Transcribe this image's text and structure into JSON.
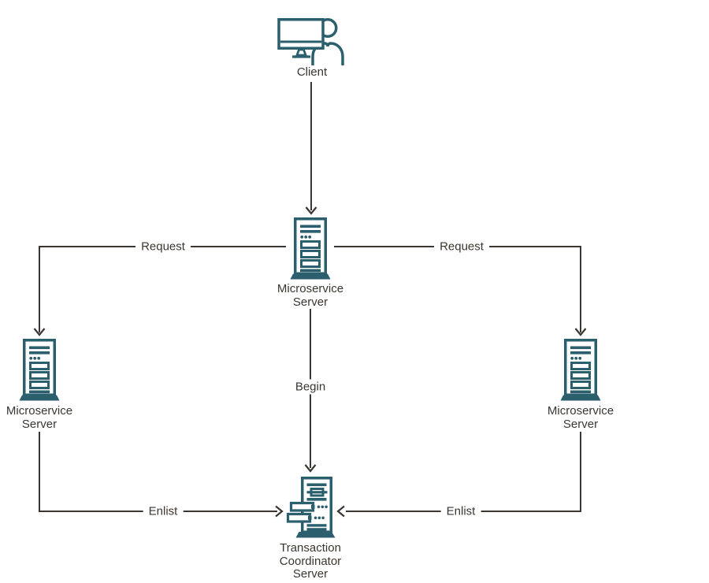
{
  "diagram": {
    "nodes": {
      "client": {
        "label": "Client"
      },
      "microservice_center": {
        "label": "Microservice Server"
      },
      "microservice_left": {
        "label": "Microservice Server"
      },
      "microservice_right": {
        "label": "Microservice Server"
      },
      "coordinator": {
        "label": "Transaction Coordinator Server"
      }
    },
    "edges": {
      "request_left": {
        "label": "Request"
      },
      "request_right": {
        "label": "Request"
      },
      "begin": {
        "label": "Begin"
      },
      "enlist_left": {
        "label": "Enlist"
      },
      "enlist_right": {
        "label": "Enlist"
      }
    },
    "colors": {
      "icon": "#2b5f6e",
      "line": "#3a3632",
      "text": "#3a3632",
      "background": "#ffffff"
    }
  }
}
